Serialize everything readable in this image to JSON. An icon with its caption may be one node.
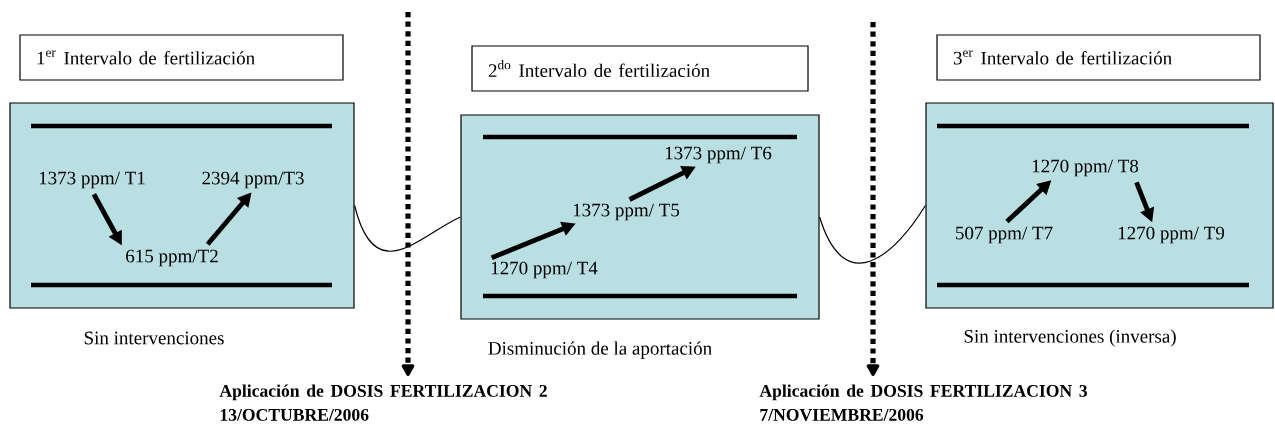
{
  "diagram": {
    "nodes": [
      {
        "text": [
          "1$^{er}$ Intervalo de fertilización"
        ]
      },
      {
        "text": [],
        "shape": "box",
        "beside": [
          "Sin intervenciones"
        ]
      },
      {
        "text": [
          "1373 ppm/ T1"
        ],
        "in": 1
      },
      {
        "text": [
          "615 ppm/T2"
        ],
        "in": 1
      },
      {
        "text": [
          "2394 ppm/T3"
        ],
        "in": 1
      },
      {
        "text": [
          "2$^{do}$ Intervalo de fertilización"
        ]
      },
      {
        "text": [],
        "shape": "box",
        "beside": [
          "Disminución de la aportación"
        ]
      },
      {
        "text": [
          "1270 ppm/ T4"
        ],
        "in": 6
      },
      {
        "text": [
          "1373 ppm/ T5"
        ],
        "in": 6
      },
      {
        "text": [
          "1373 ppm/ T6"
        ],
        "in": 6
      },
      {
        "text": [
          "3$^{er}$ Intervalo de fertilización"
        ]
      },
      {
        "text": [],
        "shape": "box",
        "beside": [
          "Sin intervenciones (inversa)"
        ]
      },
      {
        "text": [
          "507 ppm/ T7"
        ],
        "in": 11
      },
      {
        "text": [
          "1270 ppm/ T8"
        ],
        "in": 11
      },
      {
        "text": [
          "1270 ppm/ T9"
        ],
        "in": 11
      },
      {
        "text": [
          "**Aplicación de DOSIS FERTILIZACION 2 13/OCTUBRE/2006**"
        ]
      },
      {
        "text": [
          "**Aplicación de DOSIS FERTILIZACION 3 7/NOVIEMBRE/2006**"
        ]
      }
    ],
    "edges": [
      {
        "from": 2,
        "to": 3,
        "arrow": "to"
      },
      {
        "from": 3,
        "to": 4,
        "arrow": "to"
      },
      {
        "from": 7,
        "to": 8,
        "arrow": "to"
      },
      {
        "from": 8,
        "to": 9,
        "arrow": "to"
      },
      {
        "from": 12,
        "to": 13,
        "arrow": "to"
      },
      {
        "from": 13,
        "to": 14,
        "arrow": "to"
      },
      {
        "from": 1,
        "to": 6,
        "arrow": "none"
      },
      {
        "from": 6,
        "to": 11,
        "arrow": "none"
      },
      {
        "from": null,
        "to": 15,
        "arrow": "to",
        "style": "dashed"
      },
      {
        "from": null,
        "to": 16,
        "arrow": "to",
        "style": "dashed"
      }
    ]
  }
}
